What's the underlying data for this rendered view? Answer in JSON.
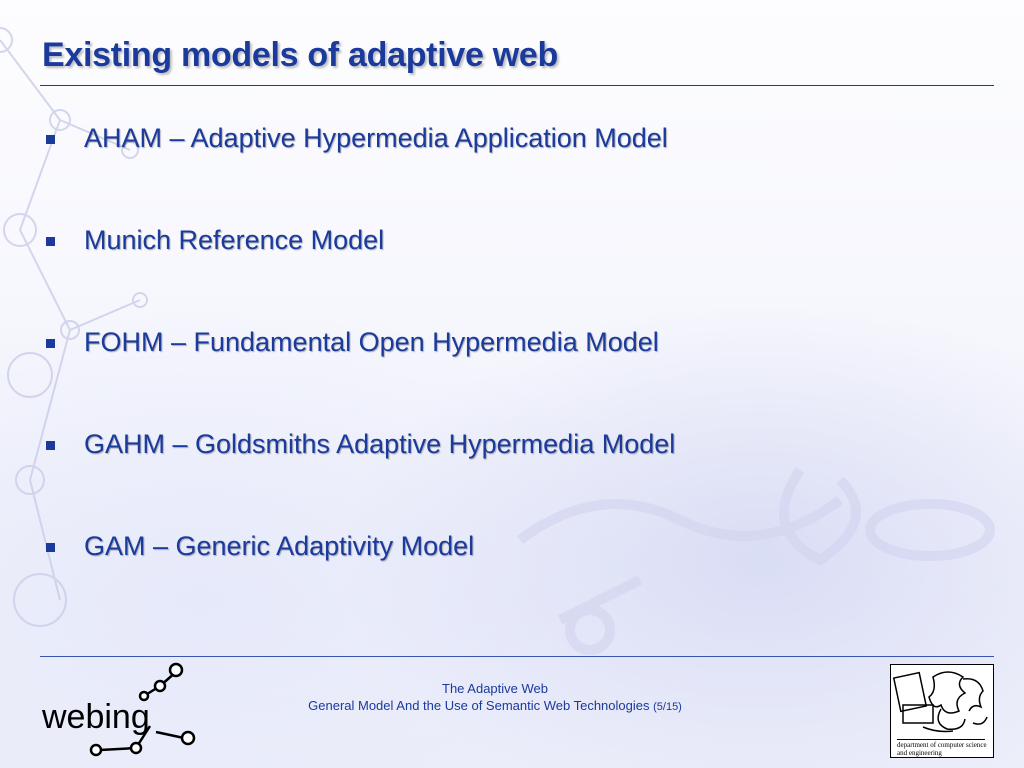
{
  "slide": {
    "title": "Existing models of adaptive web",
    "bullets": [
      {
        "label": "AHAM – Adaptive Hypermedia Application Model"
      },
      {
        "label": "Munich Reference Model"
      },
      {
        "label": "FOHM – Fundamental Open Hypermedia Model"
      },
      {
        "label": "GAHM – Goldsmiths Adaptive Hypermedia Model"
      },
      {
        "label": "GAM – Generic Adaptivity Model"
      }
    ]
  },
  "footer": {
    "line1": "The Adaptive Web",
    "line2": "General Model And the Use of Semantic Web Technologies",
    "page": "(5/15)"
  },
  "logos": {
    "left_text": "webing",
    "right_caption_1": "department of computer science",
    "right_caption_2": "and engineering"
  },
  "colors": {
    "accent": "#1a3a9c",
    "background": "#f3f4fc"
  }
}
